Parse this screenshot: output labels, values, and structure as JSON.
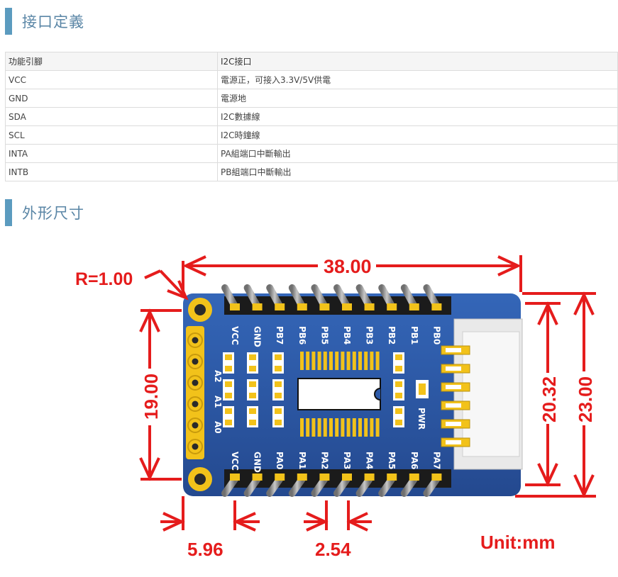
{
  "section1": {
    "title": "接口定義"
  },
  "table": {
    "headers": [
      "功能引腳",
      "I2C接口"
    ],
    "rows": [
      [
        "VCC",
        "電源正，可接入3.3V/5V供電"
      ],
      [
        "GND",
        "電源地"
      ],
      [
        "SDA",
        "I2C數據線"
      ],
      [
        "SCL",
        "I2C時鐘線"
      ],
      [
        "INTA",
        "PA組端口中斷輸出"
      ],
      [
        "INTB",
        "PB組端口中斷輸出"
      ]
    ]
  },
  "section2": {
    "title": "外形尺寸"
  },
  "diagram": {
    "dim_width": "38.00",
    "dim_radius": "R=1.00",
    "dim_left_height": "19.00",
    "dim_inner_height": "20.32",
    "dim_total_height": "23.00",
    "dim_offset": "5.96",
    "dim_pitch": "2.54",
    "unit": "Unit:mm",
    "top_pins": [
      "VCC",
      "GND",
      "PB7",
      "PB6",
      "PB5",
      "PB4",
      "PB3",
      "PB2",
      "PB1",
      "PB0"
    ],
    "bottom_pins": [
      "VCC",
      "GND",
      "PA0",
      "PA1",
      "PA2",
      "PA3",
      "PA4",
      "PA5",
      "PA6",
      "PA7"
    ],
    "addr_labels": [
      "A2",
      "A1",
      "A0"
    ],
    "pwr_label": "PWR",
    "colors": {
      "dimension": "#e51c1c",
      "pcb": "#2d5aa8",
      "pad": "#f2c21a"
    }
  }
}
